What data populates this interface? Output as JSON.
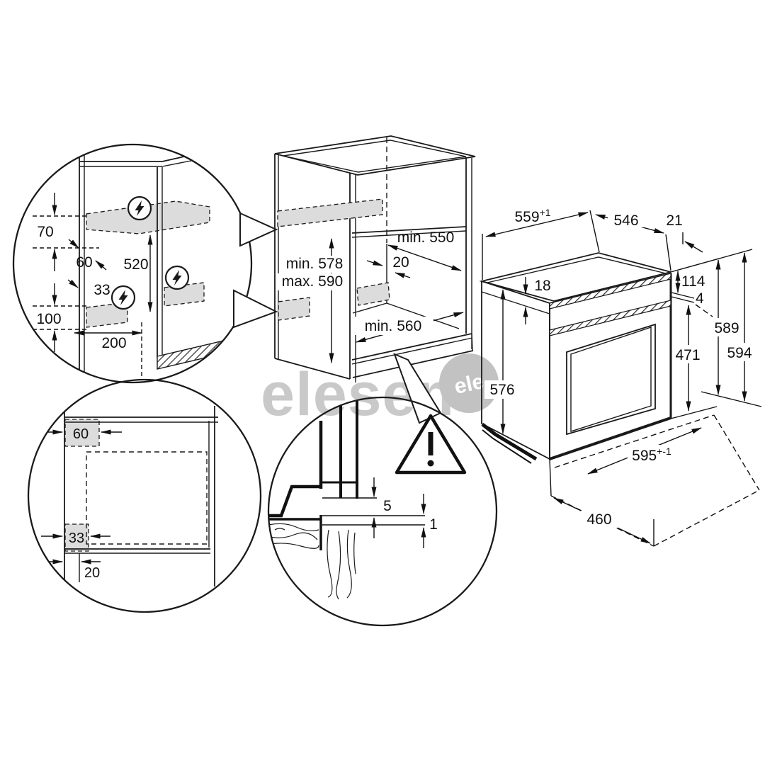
{
  "watermark": {
    "text": "elesen",
    "badge": "ele"
  },
  "electrical_detail": {
    "d70": "70",
    "d60": "60",
    "d520": "520",
    "d33": "33",
    "d100": "100",
    "d200": "200"
  },
  "cabinet": {
    "depth_top": "min. 550",
    "front_gap": "20",
    "niche_min": "min. 578",
    "niche_max": "max. 590",
    "width_bottom": "min. 560"
  },
  "corner_detail": {
    "d60": "60",
    "d33": "33",
    "d20": "20"
  },
  "gap_detail": {
    "d5": "5",
    "d1": "1"
  },
  "oven": {
    "top_width": "559",
    "top_width_tol": "+1",
    "d546": "546",
    "d21": "21",
    "d18": "18",
    "d114": "114",
    "d4": "4",
    "d589": "589",
    "d594": "594",
    "d471": "471",
    "d576": "576",
    "bottom_width": "595",
    "bottom_width_tol": "+-1",
    "d460": "460"
  },
  "colors": {
    "line": "#1a1a1a",
    "zone_fill": "#dcdcdc",
    "watermark": "#c9c9c9"
  }
}
